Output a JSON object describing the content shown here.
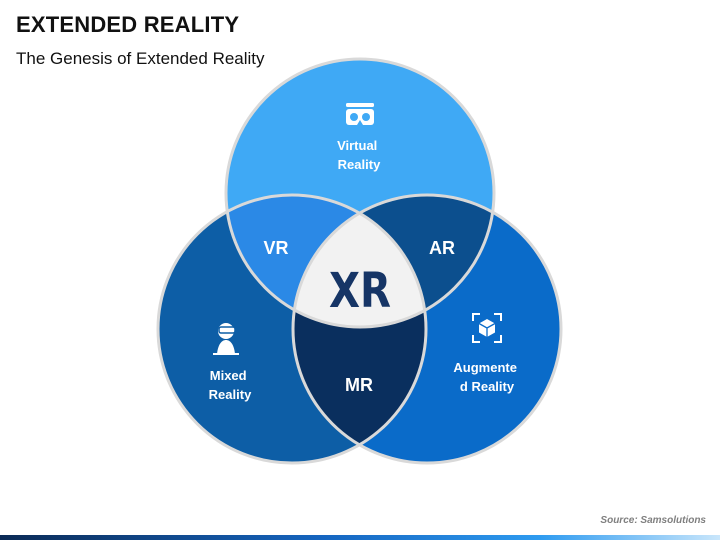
{
  "header": {
    "title": "EXTENDED REALITY",
    "subtitle": "The Genesis of Extended Reality"
  },
  "diagram": {
    "center": "XR",
    "circles": {
      "virtual": {
        "line1": "Virtual",
        "line2": "Reality",
        "icon": "vr-headset-icon"
      },
      "mixed": {
        "line1": "Mixed",
        "line2": "Reality",
        "icon": "person-with-headset-icon"
      },
      "augmented": {
        "line1": "Augmente",
        "line2": "d Reality",
        "icon": "cube-in-frame-icon"
      }
    },
    "overlaps": {
      "vr": "VR",
      "ar": "AR",
      "mr": "MR"
    }
  },
  "footer": {
    "source": "Source: Samsolutions"
  },
  "colors": {
    "virtual": "#3fa9f5",
    "mixed": "#0d5ea6",
    "augmented": "#0a6bc9",
    "vr_overlap": "#2b89e6",
    "ar_overlap": "#0c4f8e",
    "mr_overlap": "#0a2f5e",
    "center": "#f2f2f2",
    "xr_text": "#163566"
  }
}
